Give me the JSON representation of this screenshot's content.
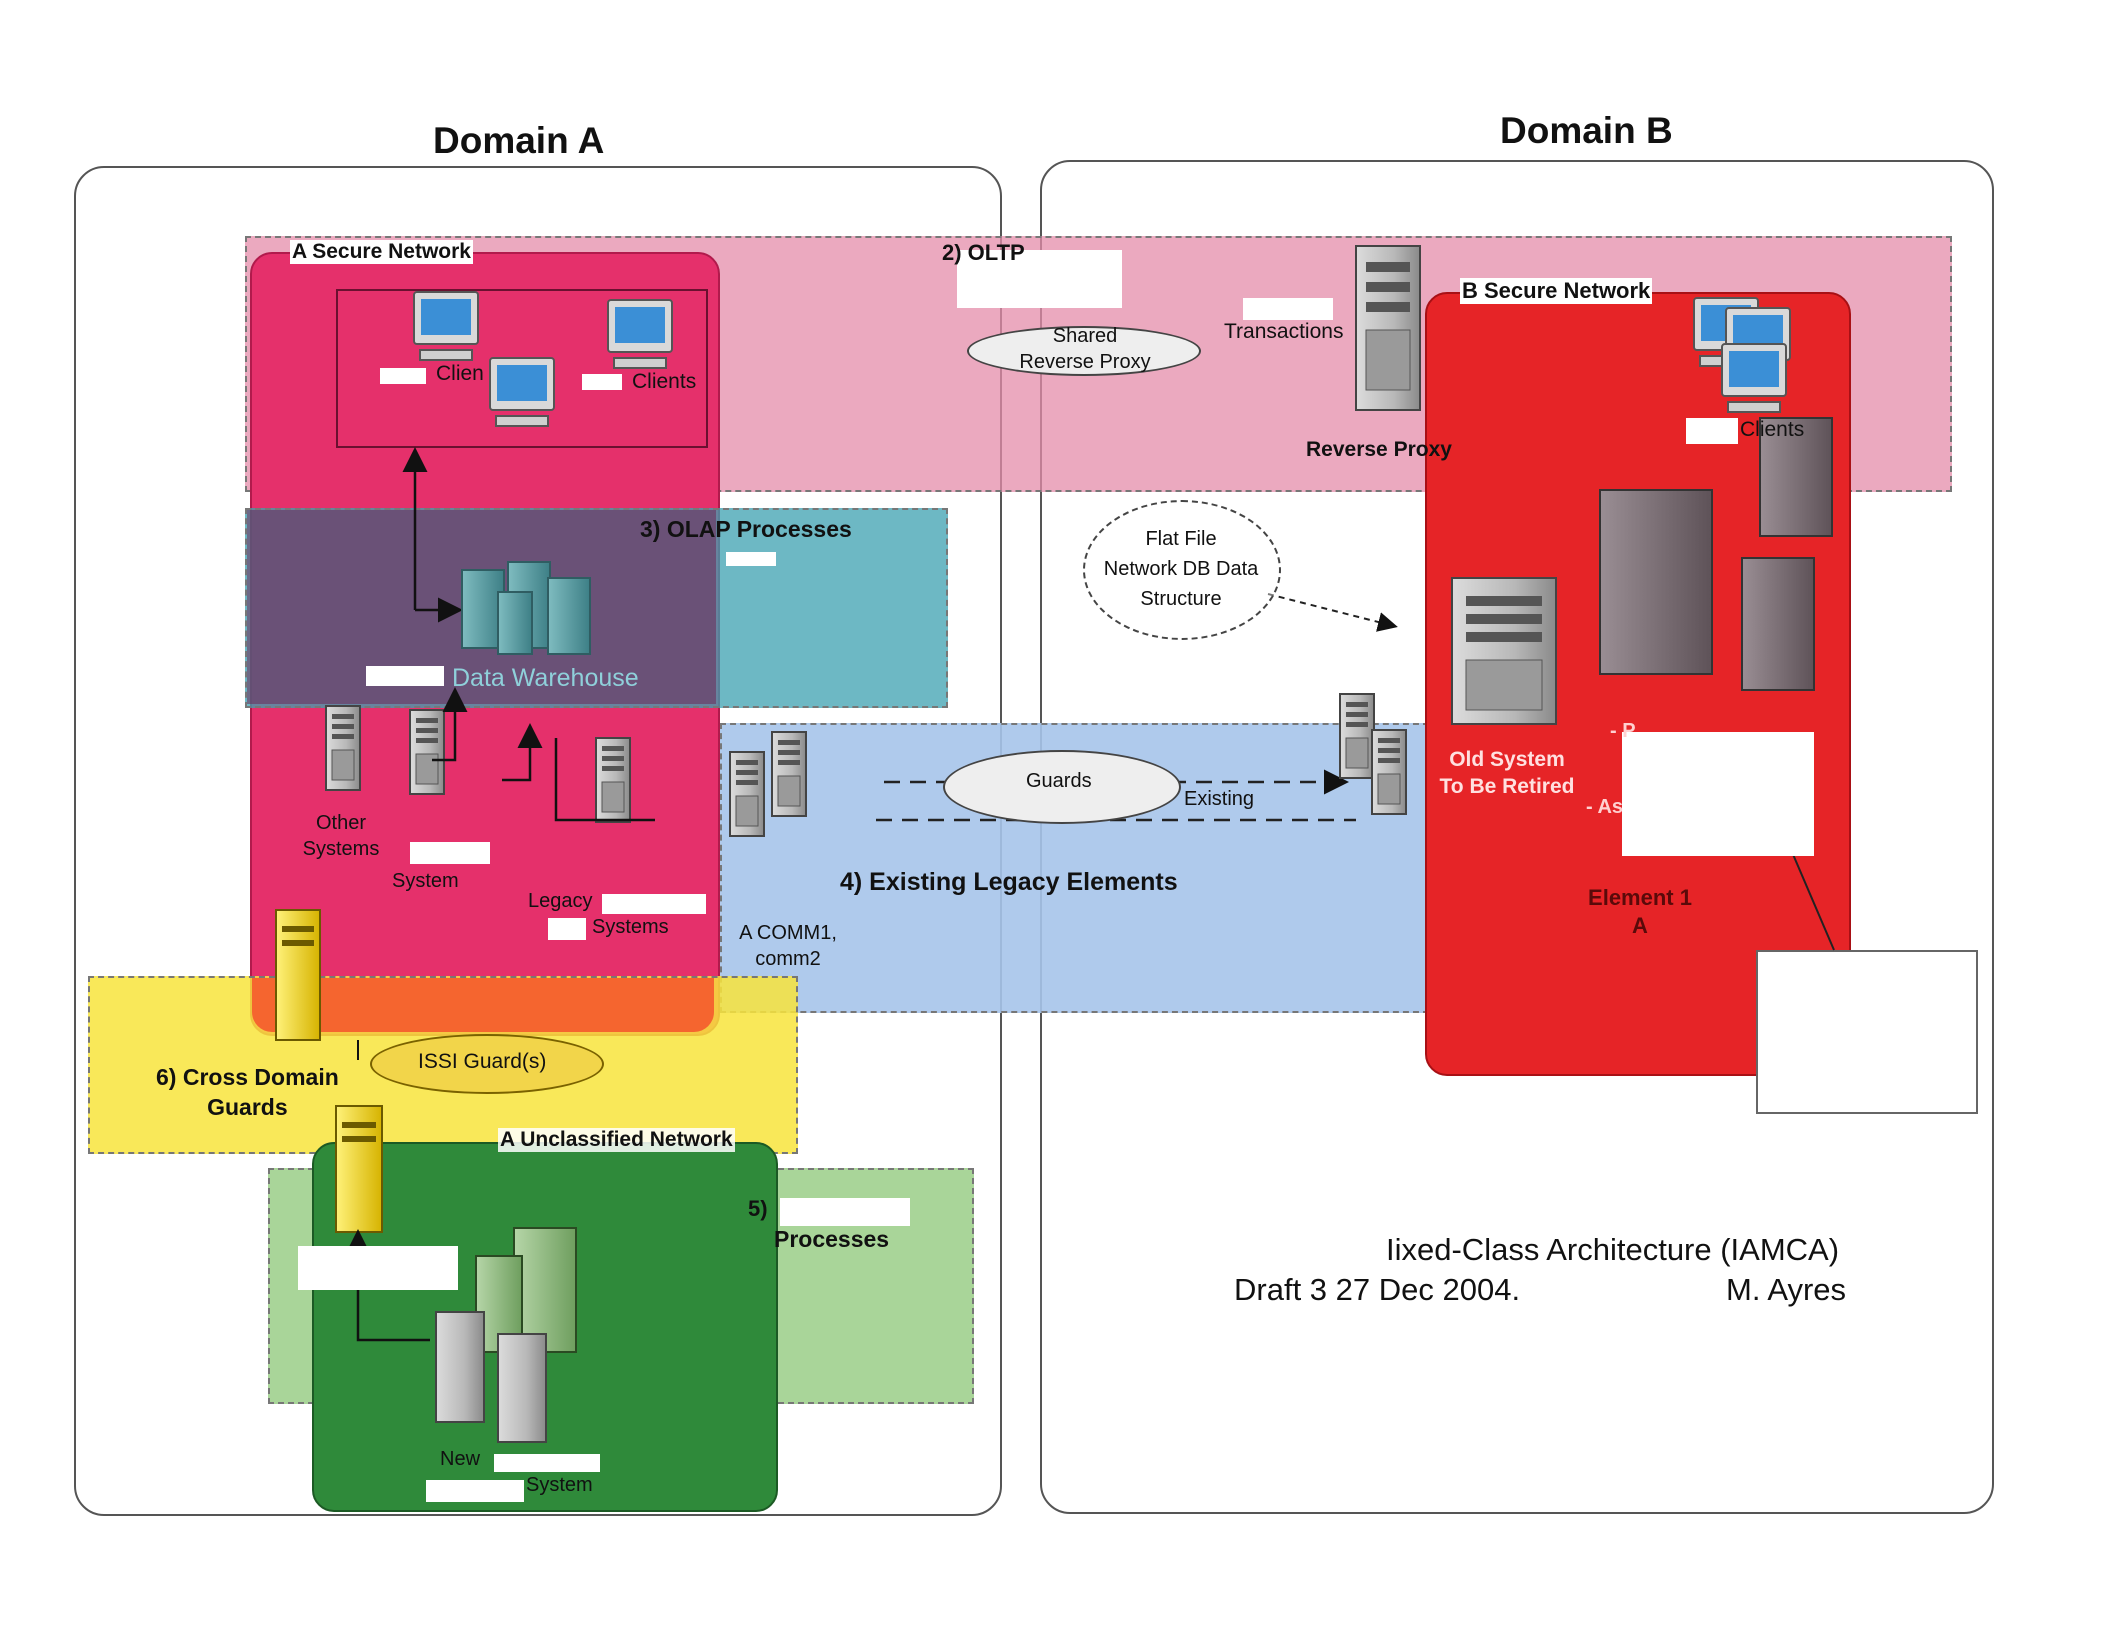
{
  "domains": {
    "a_title": "Domain A",
    "b_title": "Domain B"
  },
  "networks": {
    "a_secure": "A Secure Network",
    "b_secure": "B Secure Network",
    "a_unclassified": "A Unclassified Network"
  },
  "bands": {
    "oltp": "2) OLTP",
    "olap": "3) OLAP Processes",
    "legacy": "4) Existing Legacy Elements",
    "five_num": "5)",
    "five_label": "Processes",
    "cross_domain": "6) Cross Domain\nGuards"
  },
  "labels": {
    "clients_left": "Clien",
    "clients_right": "Clients",
    "shared_reverse_proxy": "Shared\nReverse Proxy",
    "transactions": "Transactions",
    "reverse_proxy": "Reverse Proxy",
    "b_clients": "Clients",
    "data_warehouse": "Data Warehouse",
    "flat_file": "Flat File\nNetwork DB Data\nStructure",
    "other_systems": "Other\nSystems",
    "system": "System",
    "legacy": "Legacy",
    "systems": "Systems",
    "a_comm": "A COMM1,\ncomm2",
    "guards": "Guards",
    "existing": "Existing",
    "old_system": "Old System\nTo Be Retired",
    "element1": "Element 1\nA",
    "issi_guard": "ISSI Guard(s)",
    "new_system_1": "New",
    "new_system_2": "System",
    "financials": "- P",
    "as_item": "- As"
  },
  "footer": {
    "title": "Iixed-Class Architecture (IAMCA)",
    "draft": "Draft 3  27 Dec 2004.",
    "author": "M. Ayres"
  },
  "colors": {
    "a_secure": "#e5306b",
    "b_secure": "#e62427",
    "unclassified": "#2f8a3a",
    "oltp_band": "#e79bb4",
    "olap_band": "#46a9b8",
    "legacy_band": "#a9c6ea",
    "cross_domain_band": "#f7e43b",
    "five_band": "#9fd08e"
  }
}
